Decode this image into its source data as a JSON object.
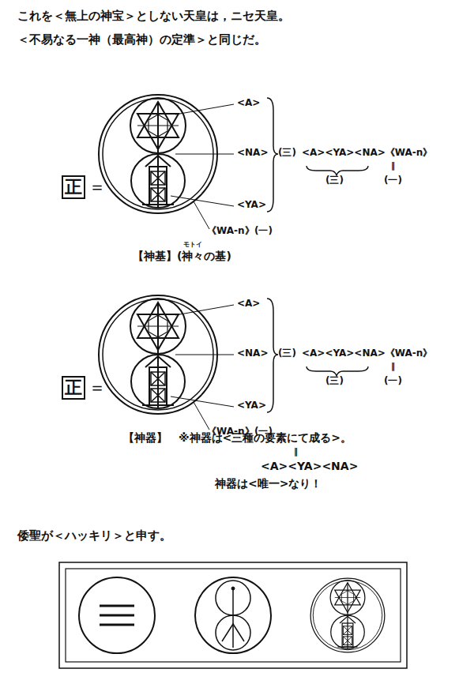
{
  "diagram": {
    "nodes": [
      {
        "text": [
          "正"
        ]
      },
      {
        "text": [
          "正"
        ]
      }
    ],
    "labels": [
      "これを＜無上の神宝＞としない天皇は，ニセ天皇。",
      "＜不易なる一神（最高神）の定準＞と同じだ。",
      "＝",
      "<A>",
      "<NA>",
      "<YA>",
      "《WA-n》",
      "(一)",
      "(三)",
      "<A><YA><NA>《WA-n》",
      "(三)",
      "‖",
      "(一)",
      "【神基】(神々の基)",
      "モトイ",
      "＝",
      "<A>",
      "<NA>",
      "<YA>",
      "《WA-n》",
      "(一)",
      "(三)",
      "<A><YA><NA>《WA-n》",
      "(三)",
      "‖",
      "(一)",
      "【神器】",
      "※神器は<三種の要素にて成る>。",
      "‖",
      "<A><YA><NA>",
      "神器は<唯一>なり！",
      "倭聖が＜ハッキリ＞と申す。"
    ]
  }
}
